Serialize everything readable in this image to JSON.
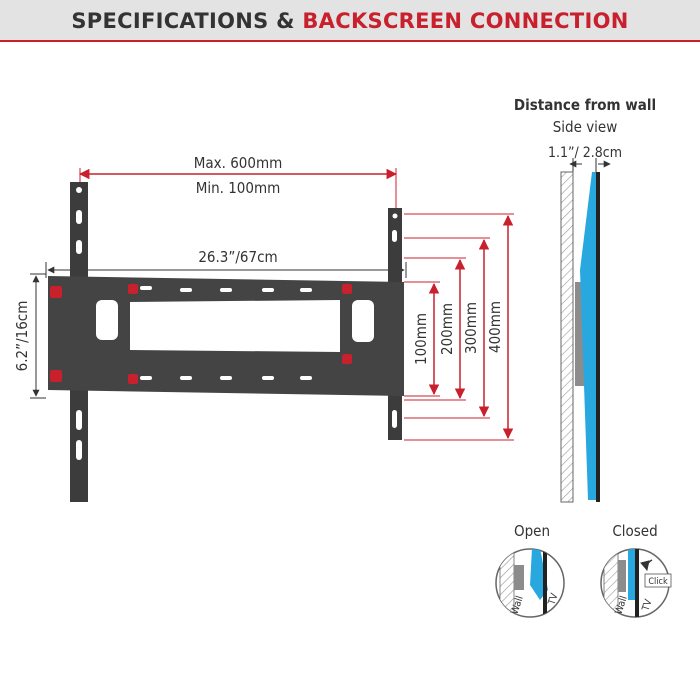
{
  "header": {
    "title_part1": "SPECIFICATIONS & ",
    "title_part2": "BACKSCREEN CONNECTION"
  },
  "dimensions": {
    "max_width": "Max. 600mm",
    "min_width": "Min. 100mm",
    "bracket_width": "26.3”/67cm",
    "bracket_height": "6.2”/16cm",
    "vesa_heights": [
      "100mm",
      "200mm",
      "300mm",
      "400mm"
    ]
  },
  "side_view": {
    "title": "Distance from wall",
    "subtitle": "Side view",
    "depth": "1.1”/ 2.8cm"
  },
  "lock": {
    "open_label": "Open",
    "closed_label": "Closed",
    "wall_label": "Wall",
    "tv_label": "TV",
    "click_label": "Click"
  },
  "colors": {
    "accent": "#c8202d",
    "bracket": "#3a3a3a",
    "tv": "#29a8e0",
    "wall_hatch": "#9a9a9a"
  }
}
